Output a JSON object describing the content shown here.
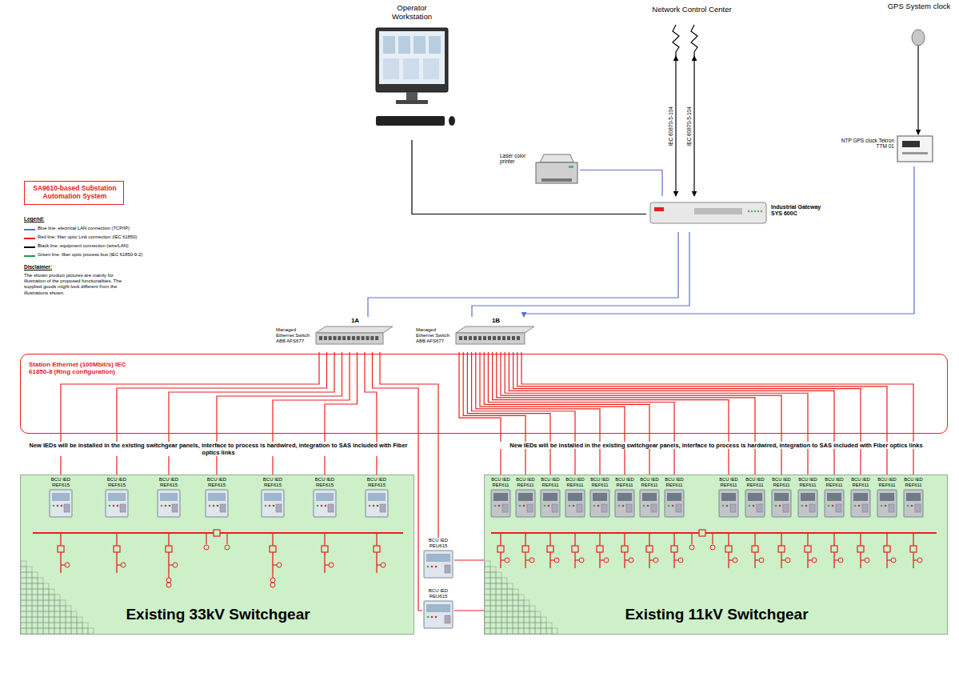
{
  "diagram": {
    "nodes": [
      {
        "text": [
          "Operator Workstation"
        ]
      },
      {
        "text": [
          "Network Control Center"
        ]
      },
      {
        "text": [
          "GPS System clock"
        ]
      },
      {
        "text": [
          "Laser color printer"
        ]
      },
      {
        "text": [
          "Industrial Gateway SYS 600C"
        ]
      },
      {
        "text": [
          "NTP GPS clock Tekron TTM 01"
        ]
      },
      {
        "text": [
          "SA9610-based Substation Automation System"
        ]
      },
      {
        "text": [
          "1A",
          "Managed Ethernet Switch ABB AFS677"
        ]
      },
      {
        "text": [
          "1B",
          "Managed Ethernet Switch ABB AFS677"
        ]
      },
      {
        "text": [
          "Station Ethernet (100Mbit/s) IEC 61850-8 (Ring configuration)"
        ]
      },
      {
        "text": [
          "Existing 33kV Switchgear"
        ]
      },
      {
        "text": [
          "BCU IED REF615"
        ],
        "in": 10
      },
      {
        "text": [
          "BCU IED REF615"
        ],
        "in": 10
      },
      {
        "text": [
          "BCU IED REF615"
        ],
        "in": 10
      },
      {
        "text": [
          "BCU IED REF615"
        ],
        "in": 10
      },
      {
        "text": [
          "BCU IED REF615"
        ],
        "in": 10
      },
      {
        "text": [
          "BCU IED REF615"
        ],
        "in": 10
      },
      {
        "text": [
          "BCU IED REF615"
        ],
        "in": 10
      },
      {
        "text": [
          "Existing 11kV Switchgear"
        ]
      },
      {
        "text": [
          "BCU IED REF611"
        ],
        "in": 18
      },
      {
        "text": [
          "BCU IED REF611"
        ],
        "in": 18
      },
      {
        "text": [
          "BCU IED REF611"
        ],
        "in": 18
      },
      {
        "text": [
          "BCU IED REF611"
        ],
        "in": 18
      },
      {
        "text": [
          "BCU IED REF611"
        ],
        "in": 18
      },
      {
        "text": [
          "BCU IED REF611"
        ],
        "in": 18
      },
      {
        "text": [
          "BCU IED REF611"
        ],
        "in": 18
      },
      {
        "text": [
          "BCU IED REF611"
        ],
        "in": 18
      },
      {
        "text": [
          "BCU IED REF611"
        ],
        "in": 18
      },
      {
        "text": [
          "BCU IED REF611"
        ],
        "in": 18
      },
      {
        "text": [
          "BCU IED REF611"
        ],
        "in": 18
      },
      {
        "text": [
          "BCU IED REF611"
        ],
        "in": 18
      },
      {
        "text": [
          "BCU IED REF611"
        ],
        "in": 18
      },
      {
        "text": [
          "BCU IED REF611"
        ],
        "in": 18
      },
      {
        "text": [
          "BCU IED REF611"
        ],
        "in": 18
      },
      {
        "text": [
          "BCU IED REF611"
        ],
        "in": 18
      },
      {
        "text": [
          "BCU IED REU615"
        ]
      },
      {
        "text": [
          "BCU IED REU615"
        ]
      }
    ],
    "edges": [
      {
        "from": 0,
        "to": 4,
        "arrow": "none"
      },
      {
        "from": 3,
        "to": 4,
        "arrow": "none"
      },
      {
        "from": 1,
        "to": 4,
        "label": "IEC 60870-5-104",
        "arrow": "both"
      },
      {
        "from": 1,
        "to": 4,
        "label": "IEC 60870-5-104",
        "arrow": "both"
      },
      {
        "from": 2,
        "to": 5,
        "arrow": "to"
      },
      {
        "from": 4,
        "to": 7,
        "arrow": "none"
      },
      {
        "from": 4,
        "to": 8,
        "arrow": "none"
      },
      {
        "from": 5,
        "to": 8,
        "arrow": "to"
      },
      {
        "from": 7,
        "to": 11,
        "arrow": "none"
      },
      {
        "from": 7,
        "to": 12,
        "arrow": "none"
      },
      {
        "from": 7,
        "to": 13,
        "arrow": "none"
      },
      {
        "from": 7,
        "to": 14,
        "arrow": "none"
      },
      {
        "from": 7,
        "to": 15,
        "arrow": "none"
      },
      {
        "from": 7,
        "to": 16,
        "arrow": "none"
      },
      {
        "from": 7,
        "to": 17,
        "arrow": "none"
      },
      {
        "from": 7,
        "to": 35,
        "arrow": "none"
      },
      {
        "from": 7,
        "to": 36,
        "arrow": "none"
      },
      {
        "from": 8,
        "to": 19,
        "arrow": "none"
      },
      {
        "from": 8,
        "to": 20,
        "arrow": "none"
      },
      {
        "from": 8,
        "to": 21,
        "arrow": "none"
      },
      {
        "from": 8,
        "to": 22,
        "arrow": "none"
      },
      {
        "from": 8,
        "to": 23,
        "arrow": "none"
      },
      {
        "from": 8,
        "to": 24,
        "arrow": "none"
      },
      {
        "from": 8,
        "to": 25,
        "arrow": "none"
      },
      {
        "from": 8,
        "to": 26,
        "arrow": "none"
      },
      {
        "from": 8,
        "to": 27,
        "arrow": "none"
      },
      {
        "from": 8,
        "to": 28,
        "arrow": "none"
      },
      {
        "from": 8,
        "to": 29,
        "arrow": "none"
      },
      {
        "from": 8,
        "to": 30,
        "arrow": "none"
      },
      {
        "from": 8,
        "to": 31,
        "arrow": "none"
      },
      {
        "from": 8,
        "to": 32,
        "arrow": "none"
      },
      {
        "from": 8,
        "to": 33,
        "arrow": "none"
      },
      {
        "from": 8,
        "to": 34,
        "arrow": "none"
      },
      {
        "from": 35,
        "to": 18,
        "arrow": "none"
      },
      {
        "from": 36,
        "to": 18,
        "arrow": "none"
      }
    ],
    "labels": [
      "Legend:",
      "Disclaimer:",
      "The shown product pictures are mainly for illustration of the proposed functionalities. The supplied goods might look different from the illustrations shown.",
      "New IEDs will be installed in the existing switchgear panels, interface to process is hardwired, integration to SAS included with Fiber optics links",
      "New IEDs will be installed in the existing switchgear panels, interface to process is hardwired, integration to SAS included with Fiber optics links"
    ],
    "legend": [
      {
        "text": "Blue line: electrical LAN connection (TCP/IP)"
      },
      {
        "text": "Red line: fiber optic Link connection (IEC 61850)"
      },
      {
        "text": "Black line: equipment connection (wire/LAN)"
      },
      {
        "text": "Green line: fiber optic process bus (IEC 61850-9-2)"
      }
    ]
  }
}
